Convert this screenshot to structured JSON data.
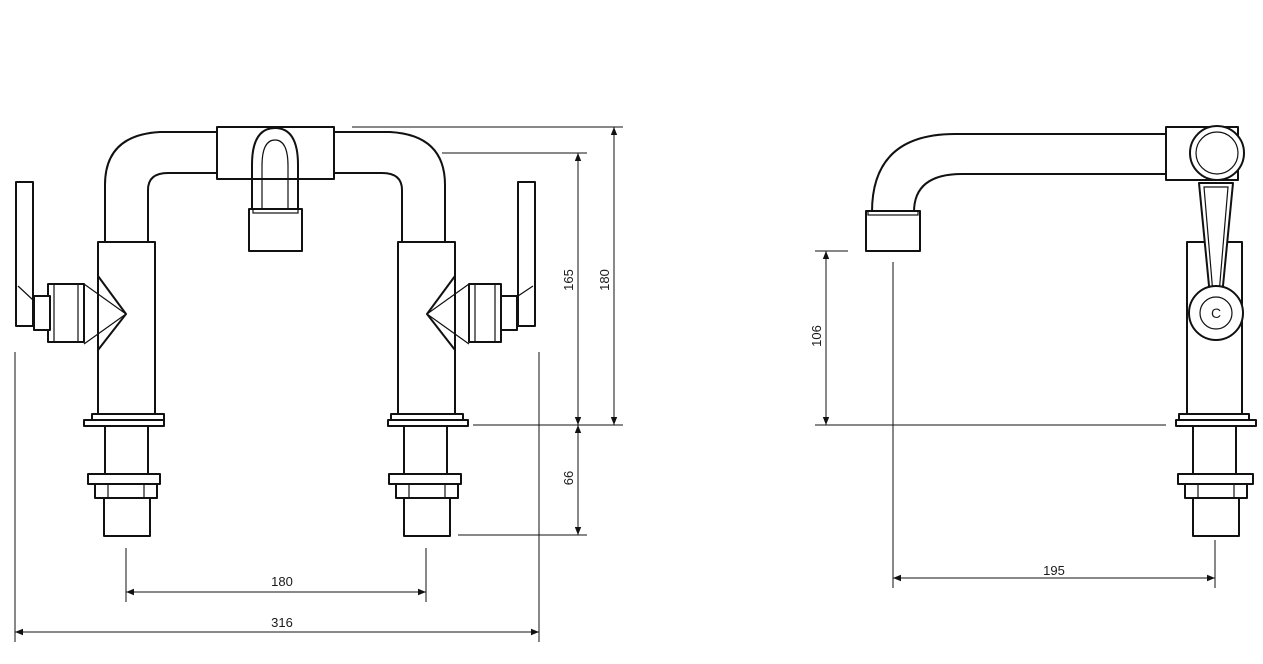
{
  "front_view": {
    "dim_spout_height": "165",
    "dim_total_height": "180",
    "dim_below_deck": "66",
    "dim_centres": "180",
    "dim_total_width": "316"
  },
  "side_view": {
    "dim_outlet_height": "106",
    "dim_projection": "195",
    "handle_mark": "C"
  }
}
